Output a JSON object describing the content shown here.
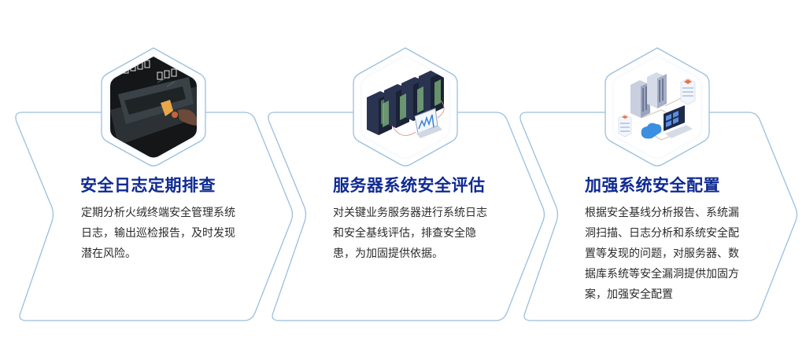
{
  "colors": {
    "outline": "#9bbfde",
    "title": "#0f2a93",
    "body_text": "#2b2b2b",
    "background": "#ffffff"
  },
  "cards": [
    {
      "title": "安全日志定期排查",
      "description": "定期分析火绒终端安全管理系统日志，输出巡检报告，及时发现潜在风险。",
      "image": "dark-laptop-security-photo"
    },
    {
      "title": "服务器系统安全评估",
      "description": "对关键业务服务器进行系统日志和安全基线评估，排查安全隐患，为加固提供依据。",
      "image": "server-racks-laptop-illustration"
    },
    {
      "title": "加强系统安全配置",
      "description": "根据安全基线分析报告、系统漏洞扫描、日志分析和系统安全配置等发现的问题，对服务器、数据库系统等安全漏洞提供加固方案，加强安全配置",
      "image": "servers-cloud-monitor-network-illustration"
    }
  ]
}
